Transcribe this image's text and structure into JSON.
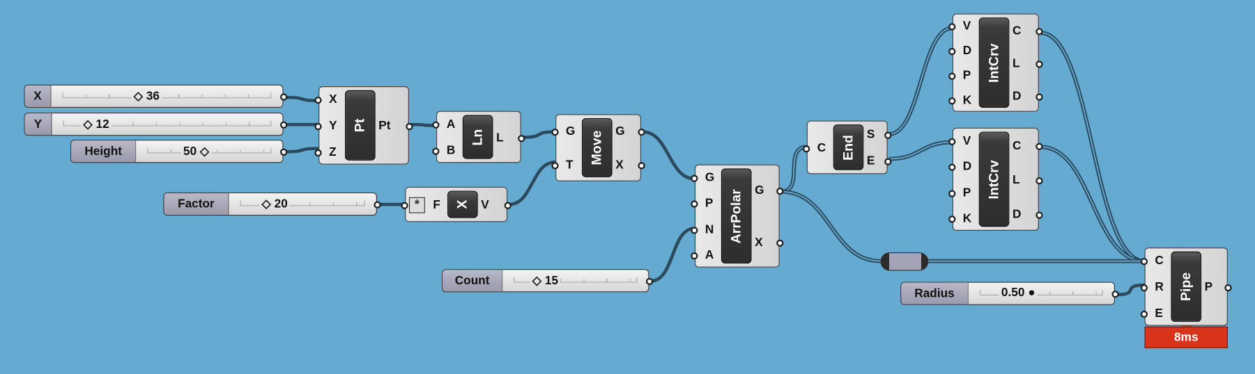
{
  "sliders": [
    {
      "name": "X",
      "value": "36",
      "grip": "diamond"
    },
    {
      "name": "Y",
      "value": "12",
      "grip": "diamond"
    },
    {
      "name": "Height",
      "value": "50",
      "grip": "diamond"
    },
    {
      "name": "Factor",
      "value": "20",
      "grip": "diamond"
    },
    {
      "name": "Count",
      "value": "15",
      "grip": "diamond"
    },
    {
      "name": "Radius",
      "value": "0.50",
      "grip": "circle"
    }
  ],
  "components": [
    {
      "nick": "Pt",
      "inputs": [
        "X",
        "Y",
        "Z"
      ],
      "outputs": [
        "Pt"
      ]
    },
    {
      "nick": "Ln",
      "inputs": [
        "A",
        "B"
      ],
      "outputs": [
        "L"
      ]
    },
    {
      "nick": "X",
      "inputs": [
        "F"
      ],
      "outputs": [
        "V"
      ]
    },
    {
      "nick": "Move",
      "inputs": [
        "G",
        "T"
      ],
      "outputs": [
        "G",
        "X"
      ]
    },
    {
      "nick": "ArrPolar",
      "inputs": [
        "G",
        "P",
        "N",
        "A"
      ],
      "outputs": [
        "G",
        "X"
      ]
    },
    {
      "nick": "End",
      "inputs": [
        "C"
      ],
      "outputs": [
        "S",
        "E"
      ]
    },
    {
      "nick": "IntCrv",
      "inputs": [
        "V",
        "D",
        "P",
        "K"
      ],
      "outputs": [
        "C",
        "L",
        "D"
      ]
    },
    {
      "nick": "IntCrv",
      "inputs": [
        "V",
        "D",
        "P",
        "K"
      ],
      "outputs": [
        "C",
        "L",
        "D"
      ]
    },
    {
      "nick": "Pipe",
      "inputs": [
        "C",
        "R",
        "E"
      ],
      "outputs": [
        "P"
      ]
    }
  ],
  "profiler": "8ms",
  "colors": {
    "canvas": "#65aad0",
    "wire": "#2c4a5e",
    "profiler": "#d8341c"
  }
}
